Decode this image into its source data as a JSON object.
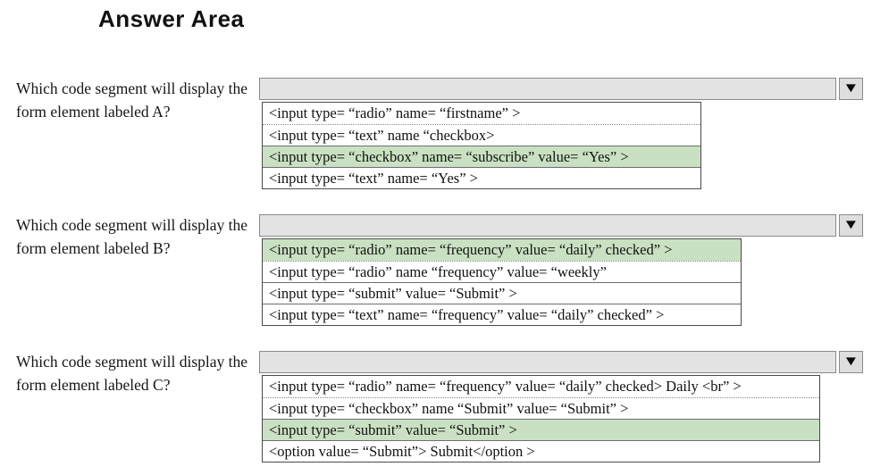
{
  "title": "Answer Area",
  "dropdown_arrow_icon": "▼",
  "colors": {
    "highlight_green": "#c9e1c2",
    "dropdown_gray": "#e3e3e3"
  },
  "questions": [
    {
      "label": "Which code segment will display the form element labeled A?",
      "selected_value": "",
      "options": [
        {
          "text": "<input type= “radio” name= “firstname” >",
          "highlighted": false
        },
        {
          "text": "<input type= “text” name “checkbox>",
          "highlighted": false
        },
        {
          "text": "<input type= “checkbox” name= “subscribe” value= “Yes” >",
          "highlighted": true
        },
        {
          "text": "<input type= “text” name= “Yes” >",
          "highlighted": false
        }
      ]
    },
    {
      "label": "Which code segment will display the form element labeled B?",
      "selected_value": "",
      "options": [
        {
          "text": "<input type= “radio” name= “frequency” value= “daily” checked” >",
          "highlighted": true
        },
        {
          "text": "<input type= “radio” name “frequency” value= “weekly”",
          "highlighted": false
        },
        {
          "text": "<input type= “submit” value= “Submit” >",
          "highlighted": false
        },
        {
          "text": "<input type= “text” name= “frequency” value= “daily” checked” >",
          "highlighted": false
        }
      ]
    },
    {
      "label": "Which code segment will display the form element labeled C?",
      "selected_value": "",
      "options": [
        {
          "text": "<input type= “radio” name= “frequency” value= “daily” checked> Daily <br” >",
          "highlighted": false
        },
        {
          "text": "<input type= “checkbox” name “Submit” value= “Submit” >",
          "highlighted": false
        },
        {
          "text": "<input type= “submit” value= “Submit” >",
          "highlighted": true
        },
        {
          "text": "<option value= “Submit”> Submit</option >",
          "highlighted": false
        }
      ]
    }
  ]
}
